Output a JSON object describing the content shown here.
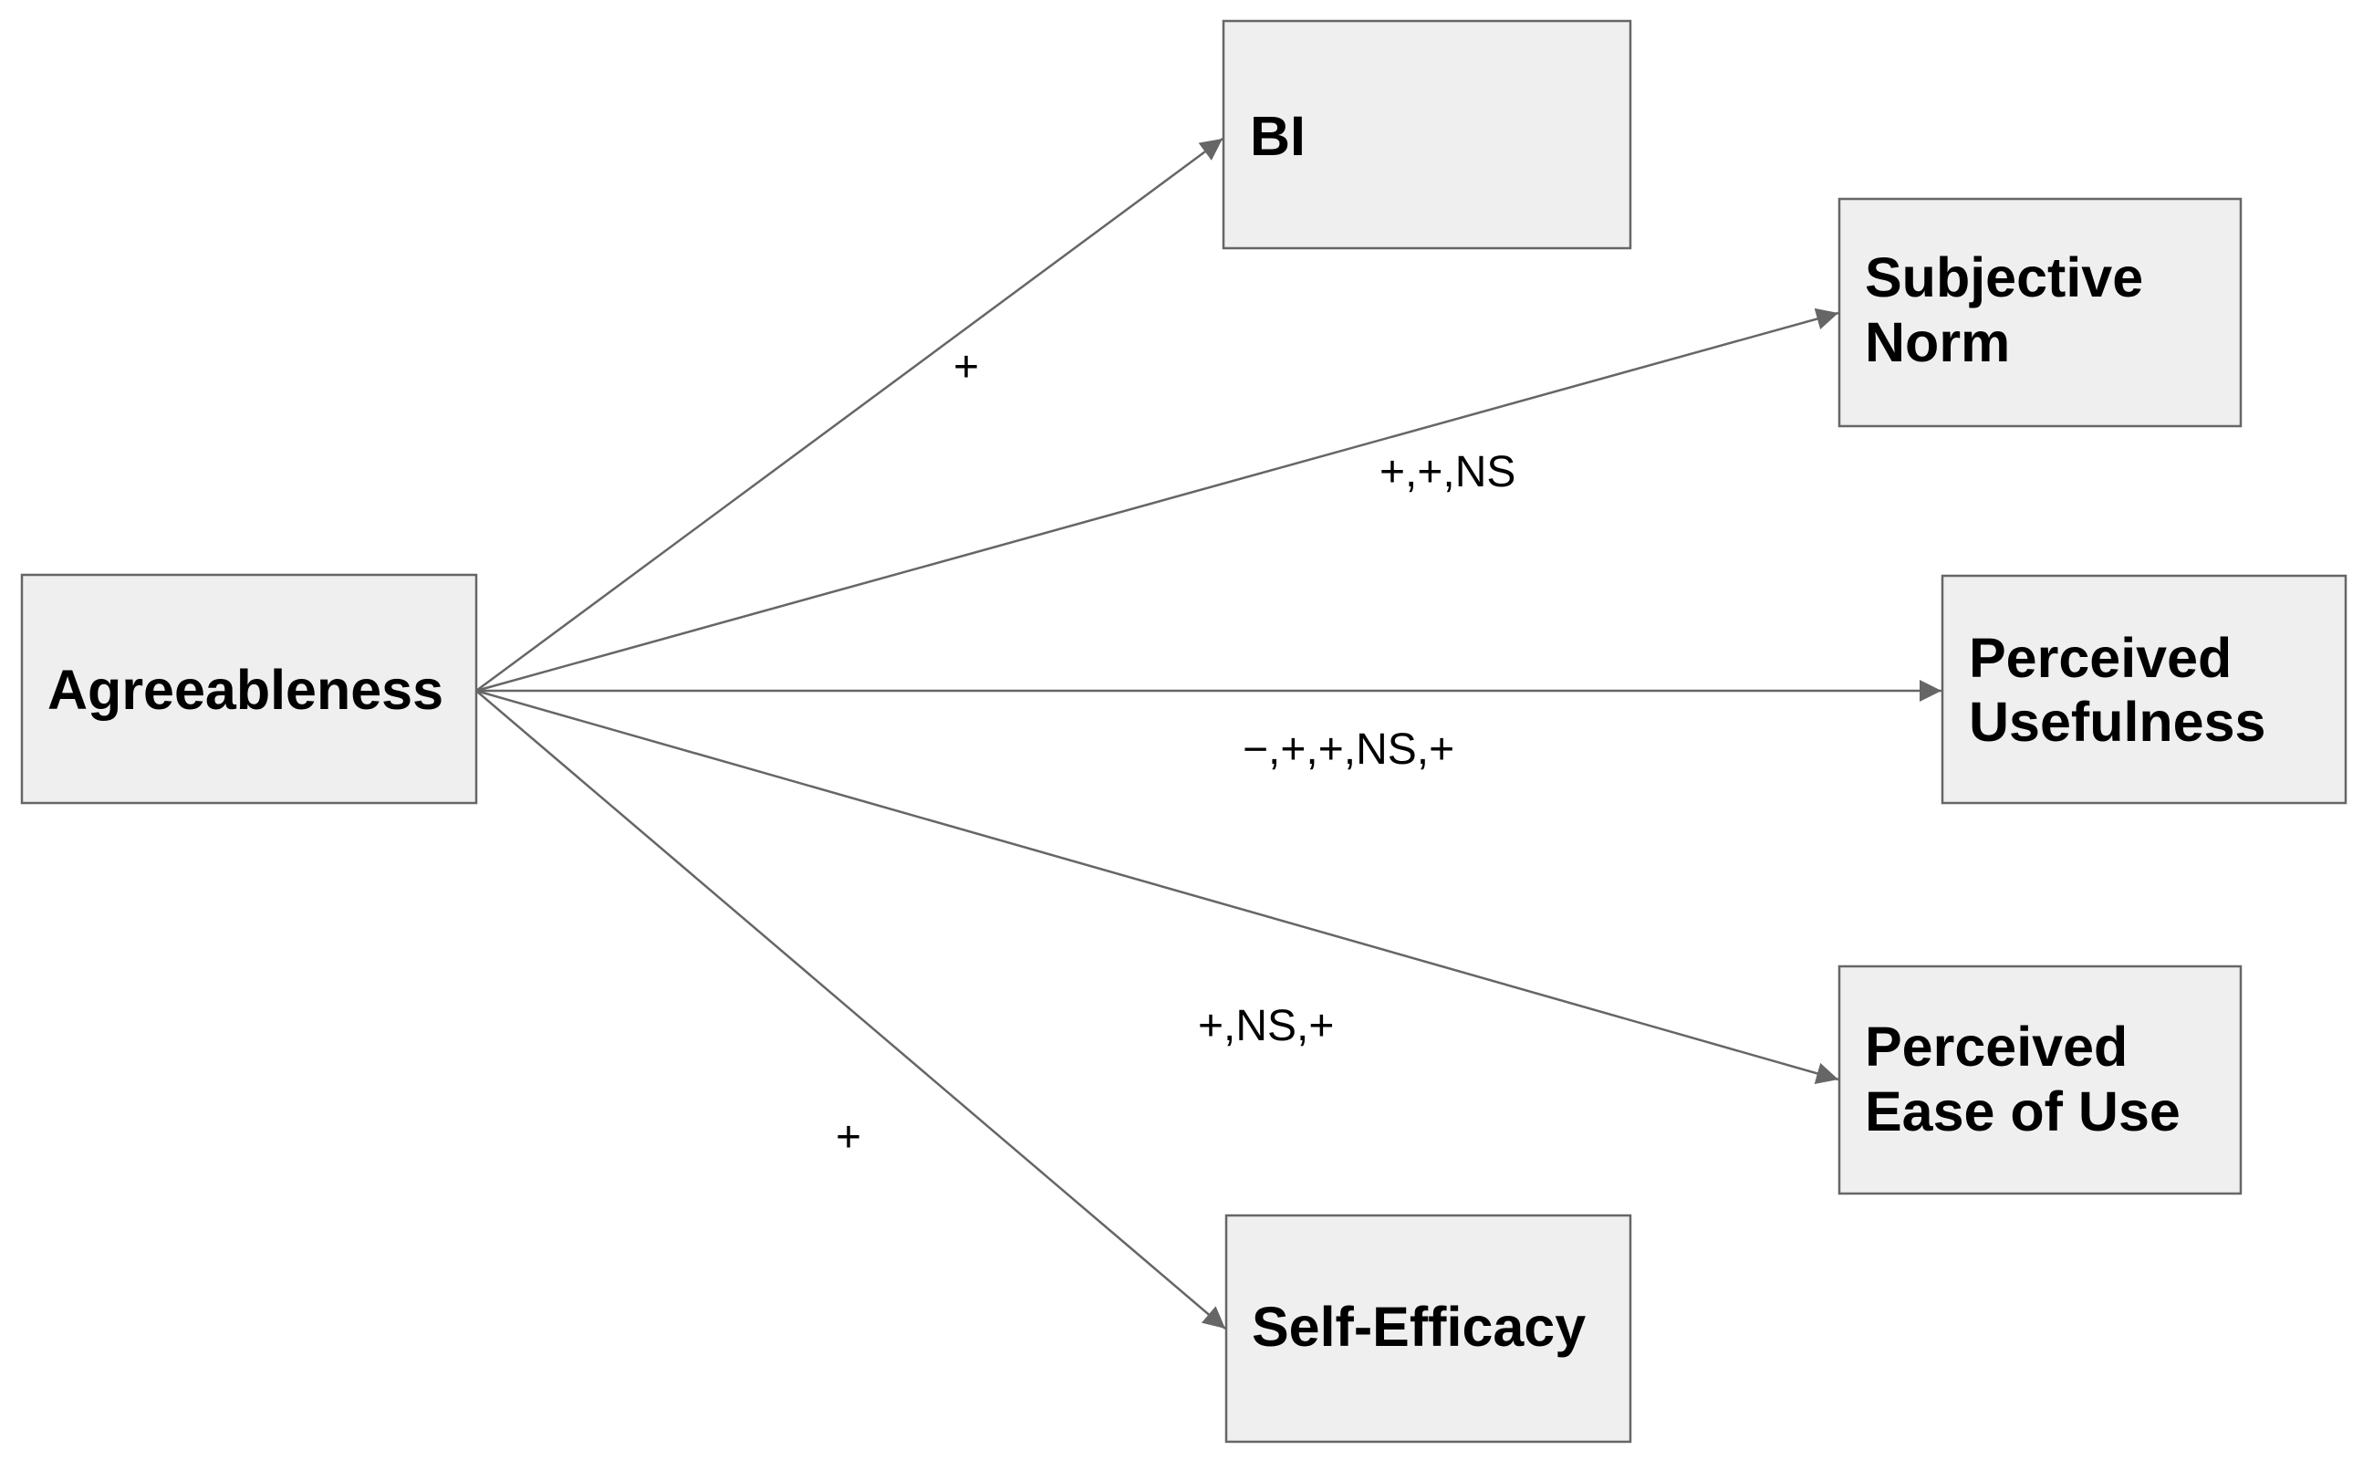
{
  "nodes": {
    "agreeableness": {
      "label": "Agreeableness"
    },
    "bi": {
      "label": "BI"
    },
    "subjective_norm": {
      "label_line1": "Subjective",
      "label_line2": "Norm"
    },
    "perceived_usefulness": {
      "label_line1": "Perceived",
      "label_line2": "Usefulness"
    },
    "perceived_ease_of_use": {
      "label_line1": "Perceived",
      "label_line2": "Ease of Use"
    },
    "self_efficacy": {
      "label": "Self-Efficacy"
    }
  },
  "edges": {
    "to_bi": {
      "label": "+"
    },
    "to_subjective_norm": {
      "label": "+,+,NS"
    },
    "to_perceived_usefulness": {
      "label": "−,+,+,NS,+"
    },
    "to_perceived_ease_of_use": {
      "label": "+,NS,+"
    },
    "to_self_efficacy": {
      "label": "+"
    }
  },
  "colors": {
    "box_fill": "#efefef",
    "box_stroke": "#666666",
    "arrow": "#666666",
    "text": "#000000"
  }
}
